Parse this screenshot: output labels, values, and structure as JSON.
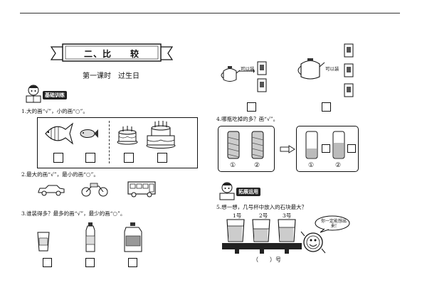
{
  "header": {
    "title": "二、比　　较",
    "lesson": "第一课时　过生日"
  },
  "section_basic": {
    "badge": "基础训练"
  },
  "q1": {
    "text": "1.大的画“√”，小的画“○”。"
  },
  "q2": {
    "text": "2.最大的画“√”，最小的画“○”。"
  },
  "q3": {
    "text": "3.谁装得多？最多的画“√”，最少的画“○”。"
  },
  "right": {
    "can_hold_1": "可以装",
    "can_hold_2": "可以装"
  },
  "q4": {
    "text": "4.哪瓶吃掉的多？画“√”。",
    "label1": "①",
    "label2": "②",
    "label3": "①",
    "label4": "②"
  },
  "section_ext": {
    "badge": "拓展运用"
  },
  "q5": {
    "text": "5.想一想，几号杯中放入的石块最大？",
    "cup1": "1号",
    "cup2": "2号",
    "cup3": "3号",
    "bubble": "你一定能想出来!",
    "answer": "（　　）号"
  },
  "icons": [
    "ribbon-banner-icon",
    "boy-reading-icon",
    "fish-icon",
    "cake-icon",
    "car-icon",
    "motorbike-icon",
    "bus-icon",
    "cup-icon",
    "bottle-icon",
    "jug-icon",
    "teapot-icon",
    "thermos-icon",
    "jar-icon",
    "arrow-icon",
    "beaker-icon",
    "cartoon-ball-icon"
  ]
}
